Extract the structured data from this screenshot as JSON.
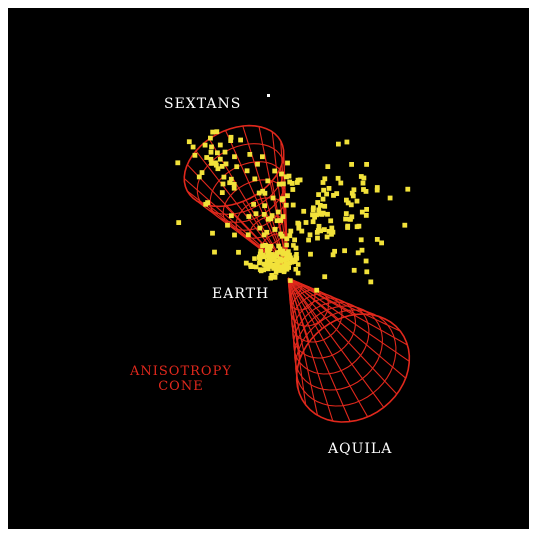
{
  "labels": {
    "sextans": "SEXTANS",
    "earth": "EARTH",
    "aquila": "AQUILA",
    "cone_line1": "ANISOTROPY",
    "cone_line2": "CONE"
  },
  "colors": {
    "background": "#000000",
    "frame": "#ffffff",
    "cone": "#e0281c",
    "galaxies": "#f2e23a",
    "text": "#ffffff"
  }
}
